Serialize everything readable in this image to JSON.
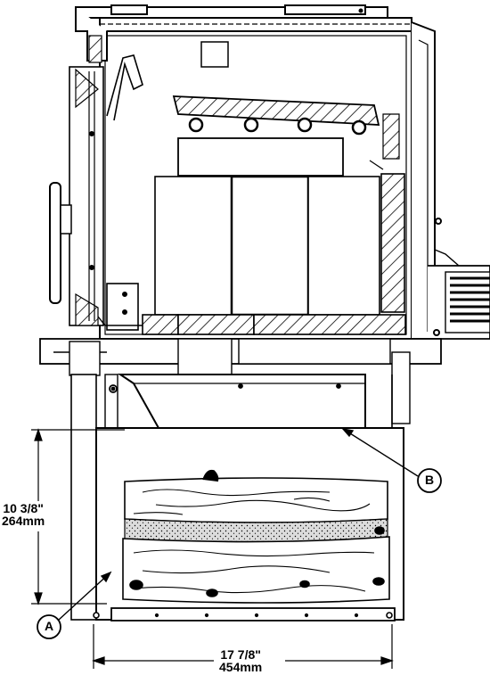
{
  "dimensions": {
    "height_in": "10 3/8\"",
    "height_mm": "264mm",
    "width_in": "17 7/8\"",
    "width_mm": "454mm"
  },
  "callouts": {
    "a": "A",
    "b": "B"
  },
  "colors": {
    "line": "#000000",
    "paper": "#ffffff",
    "ash": "#e6e6e6"
  }
}
